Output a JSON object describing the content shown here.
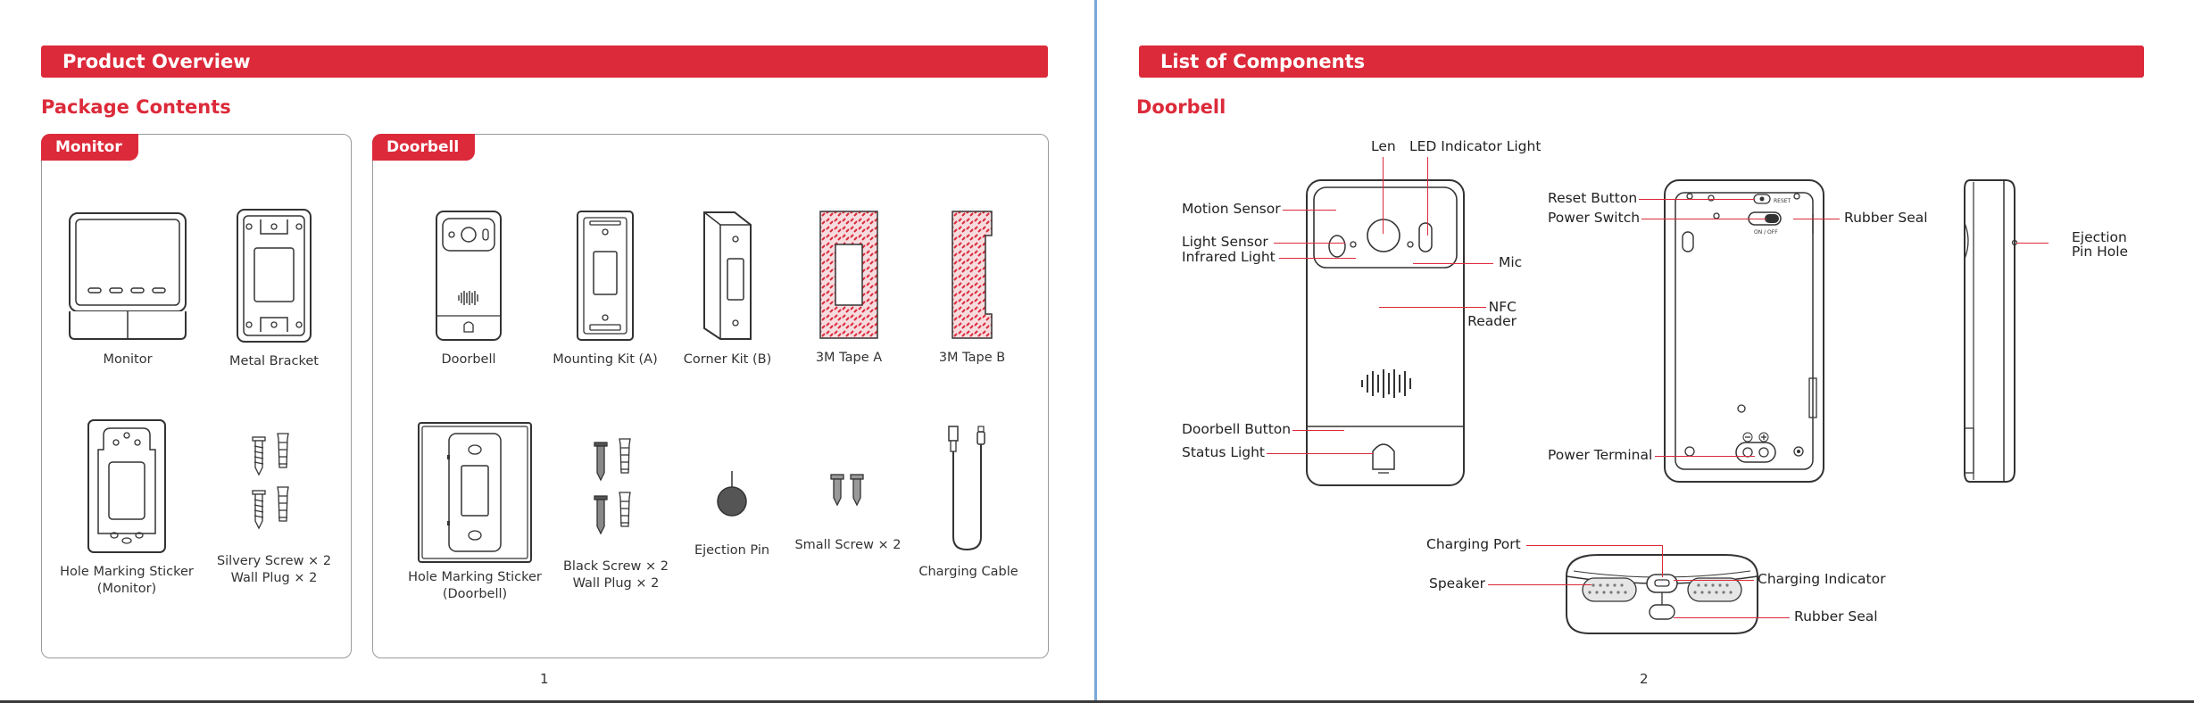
{
  "page1": {
    "banner": "Product Overview",
    "subtitle": "Package Contents",
    "monitor_tab": "Monitor",
    "doorbell_tab": "Doorbell",
    "monitor_items": [
      {
        "line1": "Monitor",
        "line2": ""
      },
      {
        "line1": "Metal Bracket",
        "line2": ""
      },
      {
        "line1": "Hole Marking Sticker",
        "line2": "(Monitor)"
      },
      {
        "line1": "Silvery Screw × 2",
        "line2": "Wall Plug × 2"
      }
    ],
    "doorbell_items": [
      {
        "line1": "Doorbell",
        "line2": ""
      },
      {
        "line1": "Mounting Kit (A)",
        "line2": ""
      },
      {
        "line1": "Corner Kit (B)",
        "line2": ""
      },
      {
        "line1": "3M Tape A",
        "line2": ""
      },
      {
        "line1": "3M Tape B",
        "line2": ""
      },
      {
        "line1": "Hole Marking Sticker",
        "line2": "(Doorbell)"
      },
      {
        "line1": "Black Screw × 2",
        "line2": "Wall Plug × 2"
      },
      {
        "line1": "Ejection Pin",
        "line2": ""
      },
      {
        "line1": "Small Screw × 2",
        "line2": ""
      },
      {
        "line1": "Charging Cable",
        "line2": ""
      }
    ],
    "page_number": "1"
  },
  "page2": {
    "banner": "List of Components",
    "subtitle": "Doorbell",
    "labels": {
      "len": "Len",
      "led": "LED Indicator Light",
      "motion": "Motion Sensor",
      "light_sensor": "Light Sensor",
      "infrared": "Infrared Light",
      "mic": "Mic",
      "nfc1": "NFC",
      "nfc2": "Reader",
      "doorbell_button": "Doorbell Button",
      "status_light": "Status Light",
      "reset": "Reset Button",
      "power_switch": "Power Switch",
      "rubber_seal_top": "Rubber Seal",
      "power_terminal": "Power Terminal",
      "ejection1": "Ejection",
      "ejection2": "Pin Hole",
      "charging_port": "Charging Port",
      "speaker": "Speaker",
      "charging_indicator": "Charging Indicator",
      "rubber_seal_bottom": "Rubber Seal",
      "reset_tiny": "RESET",
      "onoff_tiny": "ON / OFF"
    },
    "page_number": "2"
  },
  "colors": {
    "accent": "#dc2a3a",
    "divider": "#7aa7d8",
    "line": "#3a3a3a"
  }
}
